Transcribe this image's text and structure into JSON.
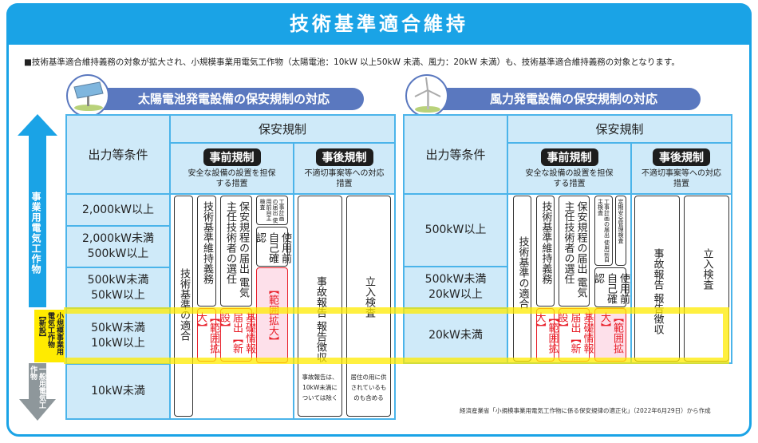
{
  "title": "技術基準適合維持",
  "intro": "■技術基準適合維持義務の対象が拡大され、小規模事業用電気工作物（太陽電池：10kW 以上50kW 未満、風力：20kW 未満）も、技術基準適合維持義務の対象となります。",
  "side": {
    "business": "事業用電気工作物",
    "small": "小規模事業用電気工作物【新設】",
    "general": "一般用電気工作物"
  },
  "common": {
    "cond_header": "出力等条件",
    "safety": "保安規制",
    "pre": "事前規制",
    "pre_sub": "安全な設備の設置を担保する措置",
    "post": "事後規制",
    "post_sub": "不適切事案等への対応措置"
  },
  "solar": {
    "title": "太陽電池発電設備の保安規制の対応",
    "rows": [
      "2,000kW以上",
      "2,000kW未満 500kW以上",
      "500kW未満 50kW以上",
      "50kW未満 10kW以上",
      "10kW未満"
    ],
    "cols": {
      "tech_fit": "技術基準の適合",
      "tech_keep": "技術基準維持義務",
      "tech_keep_new": "【範囲拡大】",
      "engineer": "保安規程の届出 電気主任技術者の選任",
      "engineer_new": "基礎情報届出【新設】",
      "construction": "工事計画の届出 使用前自主検査",
      "self_check": "使用前自己確認",
      "self_check_new": "【範囲拡大】",
      "accident": "事故報告 報告徴収",
      "inspection": "立入検査",
      "accident_note": "事故報告は、10kW未満については除く",
      "inspection_note": "居住の用に供されているものも含める"
    }
  },
  "wind": {
    "title": "風力発電設備の保安規制の対応",
    "rows": [
      "500kW以上",
      "500kW未満 20kW以上",
      "20kW未満"
    ],
    "cols": {
      "tech_fit": "技術基準の適合",
      "tech_keep": "技術基準維持義務",
      "tech_keep_new": "【範囲拡大】",
      "engineer": "保安規程の届出 電気主任技術者の選任",
      "engineer_new": "基礎情報届出【新設】",
      "construction": "工事計画の届出 使用前自主検査",
      "periodic": "定期安全管理検査",
      "self_check": "使用前自己確認",
      "self_check_new": "【範囲拡大】",
      "accident": "事故報告 報告徴収",
      "inspection": "立入検査"
    }
  },
  "source": "経済産業省「小規模事業用電気工作物に係る保安規律の適正化」（2022年6月29日）から作成",
  "colors": {
    "frame": "#1aa3e6",
    "banner": "#5a78bf",
    "highlight": "#ffeb00",
    "new": "#e8202a"
  }
}
